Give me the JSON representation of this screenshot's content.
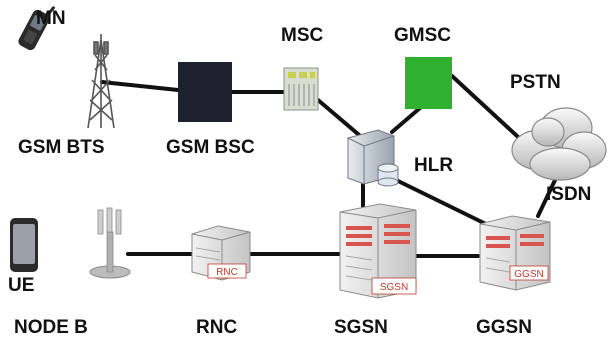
{
  "diagram": {
    "nodes": [
      {
        "id": "mn",
        "label": "MN",
        "icon": "mobile-phone-icon"
      },
      {
        "id": "gsm_bts",
        "label": "GSM BTS",
        "icon": "lattice-tower-icon"
      },
      {
        "id": "gsm_bsc",
        "label": "GSM BSC",
        "icon": "black-square-icon"
      },
      {
        "id": "msc",
        "label": "MSC",
        "icon": "switch-rack-icon"
      },
      {
        "id": "gmsc",
        "label": "GMSC",
        "icon": "green-square-icon"
      },
      {
        "id": "pstn",
        "label": "PSTN",
        "icon": "cloud-icon"
      },
      {
        "id": "hlr",
        "label": "HLR",
        "icon": "server-database-icon"
      },
      {
        "id": "isdn",
        "label": "ISDN",
        "icon": "cloud-icon"
      },
      {
        "id": "ue",
        "label": "UE",
        "icon": "smartphone-icon"
      },
      {
        "id": "node_b",
        "label": "NODE B",
        "icon": "antenna-mast-icon"
      },
      {
        "id": "rnc",
        "label": "RNC",
        "icon": "router-box-icon",
        "tag": "RNC"
      },
      {
        "id": "sgsn",
        "label": "SGSN",
        "icon": "server-cabinet-icon",
        "tag": "SGSN"
      },
      {
        "id": "ggsn",
        "label": "GGSN",
        "icon": "server-cabinet-icon",
        "tag": "GGSN"
      }
    ],
    "connections": [
      [
        "gsm_bts",
        "gsm_bsc"
      ],
      [
        "gsm_bsc",
        "msc"
      ],
      [
        "msc",
        "hlr"
      ],
      [
        "hlr",
        "gmsc"
      ],
      [
        "gmsc",
        "pstn"
      ],
      [
        "hlr",
        "sgsn"
      ],
      [
        "hlr",
        "ggsn"
      ],
      [
        "node_b",
        "rnc"
      ],
      [
        "rnc",
        "sgsn"
      ],
      [
        "sgsn",
        "ggsn"
      ],
      [
        "ggsn",
        "pstn"
      ]
    ],
    "colors": {
      "line": "#111111",
      "bsc_fill": "#1e2230",
      "gmsc_fill": "#2fb12f",
      "label": "#111111",
      "tag": "#c0392b"
    }
  }
}
